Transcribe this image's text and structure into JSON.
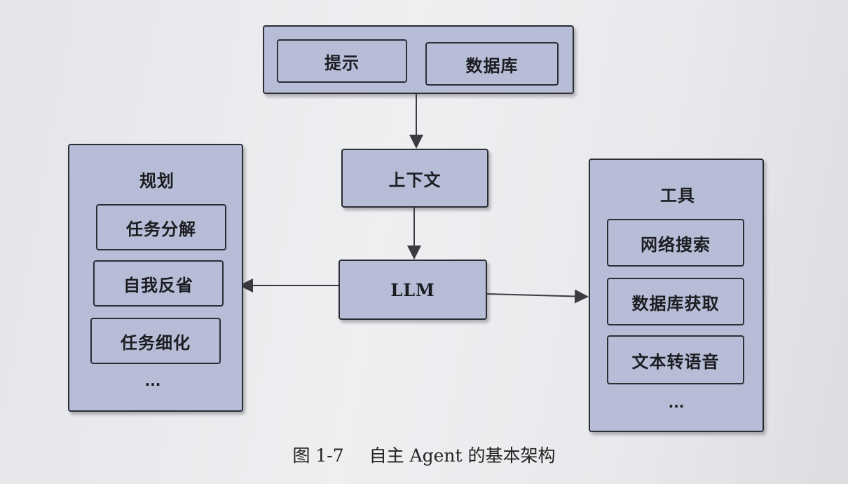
{
  "top_group": {
    "prompt": "提示",
    "database": "数据库"
  },
  "context": "上下文",
  "llm": "LLM",
  "planning": {
    "title": "规划",
    "items": [
      "任务分解",
      "自我反省",
      "任务细化"
    ],
    "more": "..."
  },
  "tools": {
    "title": "工具",
    "items": [
      "网络搜索",
      "数据库获取",
      "文本转语音"
    ],
    "more": "..."
  },
  "caption": {
    "number": "图 1-7",
    "text": "自主 Agent 的基本架构"
  },
  "colors": {
    "box_fill": "#b7bdd6",
    "box_border": "#2c2d35"
  }
}
